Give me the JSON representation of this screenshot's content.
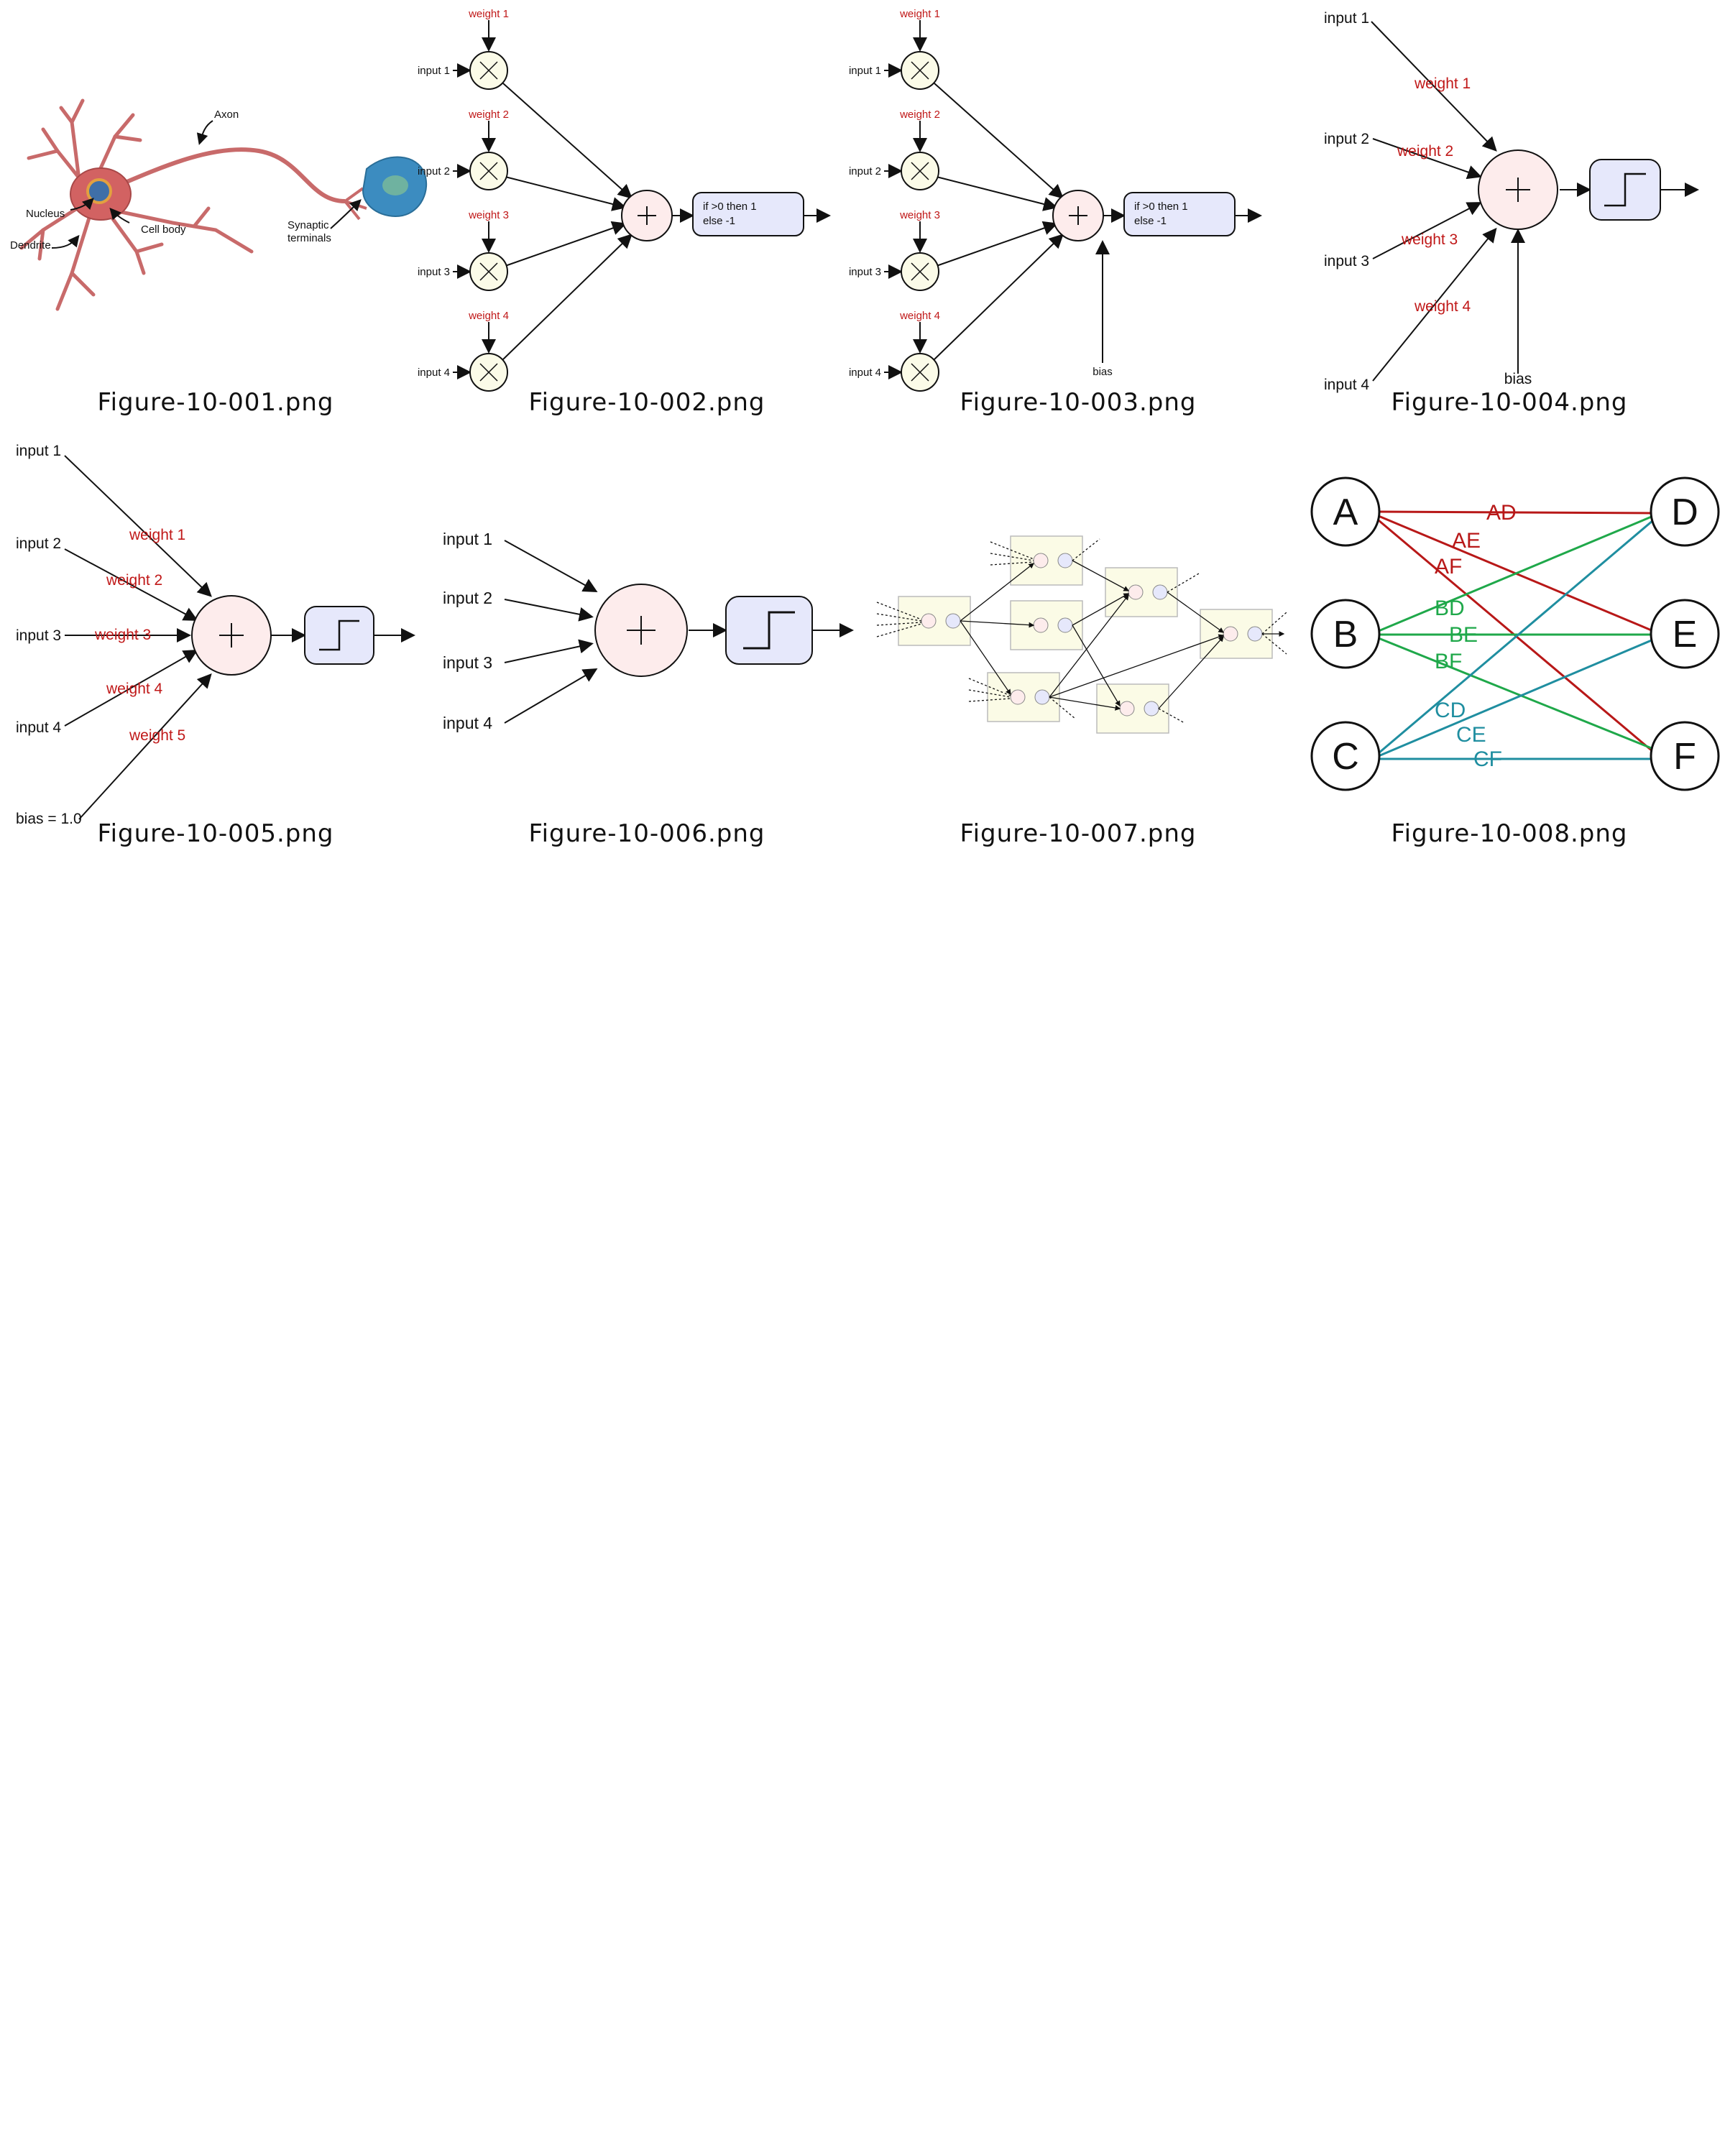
{
  "figures": [
    {
      "caption": "Figure-10-001.png",
      "labels": {
        "axon": "Axon",
        "nucleus": "Nucleus",
        "cell_body": "Cell body",
        "dendrite": "Dendrite",
        "synaptic_1": "Synaptic",
        "synaptic_2": "terminals"
      }
    },
    {
      "caption": "Figure-10-002.png",
      "inputs": [
        "input 1",
        "input 2",
        "input 3",
        "input 4"
      ],
      "weights": [
        "weight 1",
        "weight 2",
        "weight 3",
        "weight 4"
      ],
      "activation_1": "if >0 then 1",
      "activation_2": "else -1"
    },
    {
      "caption": "Figure-10-003.png",
      "inputs": [
        "input 1",
        "input 2",
        "input 3",
        "input 4"
      ],
      "weights": [
        "weight 1",
        "weight 2",
        "weight 3",
        "weight 4"
      ],
      "activation_1": "if >0 then 1",
      "activation_2": "else -1",
      "bias": "bias"
    },
    {
      "caption": "Figure-10-004.png",
      "inputs": [
        "input 1",
        "input 2",
        "input 3",
        "input 4"
      ],
      "weights": [
        "weight 1",
        "weight 2",
        "weight 3",
        "weight 4"
      ],
      "bias": "bias"
    },
    {
      "caption": "Figure-10-005.png",
      "inputs": [
        "input 1",
        "input 2",
        "input 3",
        "input 4"
      ],
      "weights": [
        "weight 1",
        "weight 2",
        "weight 3",
        "weight 4",
        "weight 5"
      ],
      "bias": "bias = 1.0"
    },
    {
      "caption": "Figure-10-006.png",
      "inputs": [
        "input 1",
        "input 2",
        "input 3",
        "input 4"
      ]
    },
    {
      "caption": "Figure-10-007.png"
    },
    {
      "caption": "Figure-10-008.png",
      "nodes": [
        "A",
        "B",
        "C",
        "D",
        "E",
        "F"
      ],
      "edges": [
        "AD",
        "AE",
        "AF",
        "BD",
        "BE",
        "BF",
        "CD",
        "CE",
        "CF"
      ]
    }
  ],
  "colors": {
    "weight_text": "#c01818",
    "sum_fill": "#fdecec",
    "mul_fill": "#fbfbe8",
    "act_fill": "#e6e8fb",
    "edge_a": "#b81818",
    "edge_b": "#1fa84a",
    "edge_c": "#1f8ea0"
  }
}
